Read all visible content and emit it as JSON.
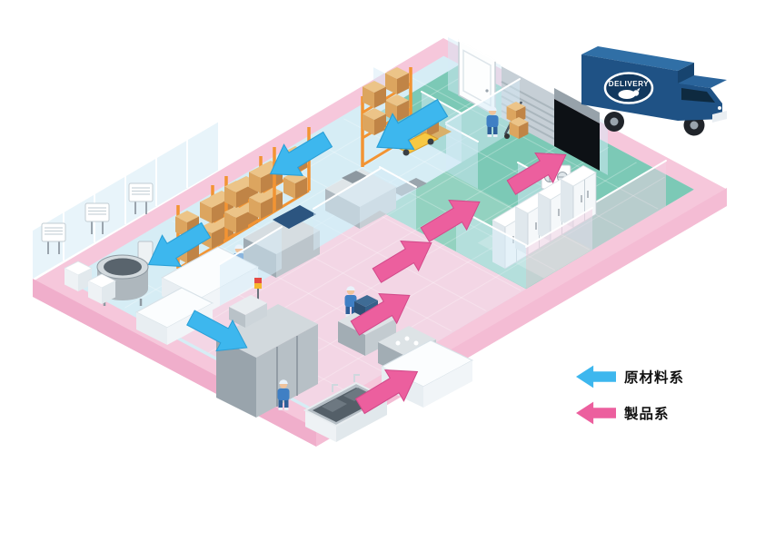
{
  "legend": {
    "items": [
      {
        "id": "raw-material",
        "label": "原材料系",
        "color": "#3db7ee"
      },
      {
        "id": "product",
        "label": "製品系",
        "color": "#ec5f9e"
      }
    ]
  },
  "truck": {
    "logo_text": "DELIVERY",
    "body_color": "#1f5285"
  },
  "palette": {
    "floor_border": "#f6c7db",
    "floor_main": "#d6edf5",
    "floor_shipping": "#7cc9b6",
    "floor_corridor": "#f3d6e5",
    "raw_flow": "#3db7ee",
    "product_flow": "#ec5f9e"
  }
}
